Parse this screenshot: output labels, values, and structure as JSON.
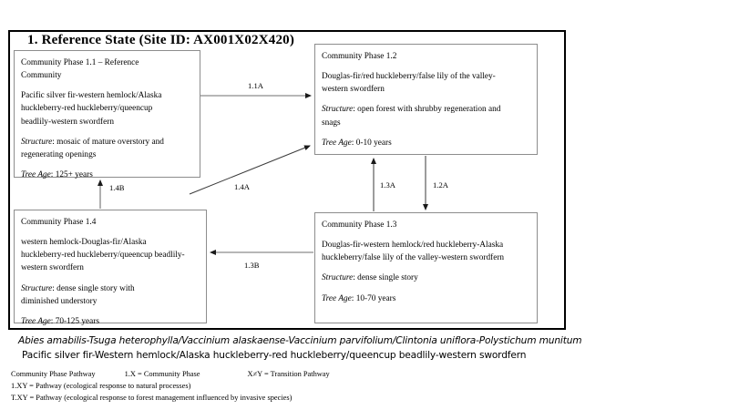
{
  "state": {
    "title": "1. Reference State (Site ID: AX001X02X420)"
  },
  "phases": {
    "p11": {
      "heading": "Community  Phase 1.1 – Reference",
      "heading2": "Community",
      "species": [
        "Pacific  silver  fir-western  hemlock/Alaska",
        "huckleberry-red  huckleberry/queencup",
        "beadlily-western  swordfern"
      ],
      "structure_label": "Structure",
      "structure": [
        ": mosaic of mature  overstory  and",
        "regenerating  openings"
      ],
      "tree_age_label": "Tree Age",
      "tree_age": ": 125+ years"
    },
    "p12": {
      "heading": "Community  Phase 1.2",
      "species": [
        "Douglas-fir/red  huckleberry/false  lily  of the valley-",
        "western  swordfern"
      ],
      "structure_label": "Structure",
      "structure": [
        ": open forest with  shrubby  regeneration  and",
        "snags"
      ],
      "tree_age_label": "Tree Age",
      "tree_age": ": 0-10 years"
    },
    "p13": {
      "heading": "Community  Phase 1.3",
      "species": [
        "Douglas-fir-western  hemlock/red  huckleberry-Alaska",
        "huckleberry/false  lily  of the valley-western  swordfern"
      ],
      "structure_label": "Structure",
      "structure": [
        ": dense single  story"
      ],
      "tree_age_label": "Tree Age",
      "tree_age": ": 10-70 years"
    },
    "p14": {
      "heading": "Community  Phase 1.4",
      "species": [
        "western  hemlock-Douglas-fir/Alaska",
        "huckleberry-red  huckleberry/queencup  beadlily-",
        "western  swordfern"
      ],
      "structure_label": "Structure",
      "structure": [
        ": dense single  story with",
        "diminished  understory"
      ],
      "tree_age_label": "Tree Age",
      "tree_age": ": 70-125 years"
    }
  },
  "pathways": {
    "t11a": "1.1A",
    "t14a": "1.4A",
    "t14b": "1.4B",
    "t13a": "1.3A",
    "t12a": "1.2A",
    "t13b": "1.3B"
  },
  "captions": {
    "scientific": "Abies amabilis-Tsuga heterophylla/Vaccinium alaskaense-Vaccinium parvifolium/Clintonia uniflora-Polystichum munitum",
    "common": "Pacific silver fir-Western hemlock/Alaska huckleberry-red huckleberry/queencup beadlily-western swordfern"
  },
  "legend": {
    "row0_a": "Community  Phase Pathway",
    "row0_b": "1.X = Community  Phase",
    "row0_c": "X≠Y = Transition  Pathway",
    "row1": "1.XY = Pathway (ecological response to natural processes)",
    "row2": "T.XY = Pathway (ecological response to forest management influenced  by invasive  species)"
  },
  "colors": {
    "frame": "#000000",
    "box_border": "#8d8d8d",
    "arrow": "#3a3a3a",
    "background": "#ffffff"
  }
}
